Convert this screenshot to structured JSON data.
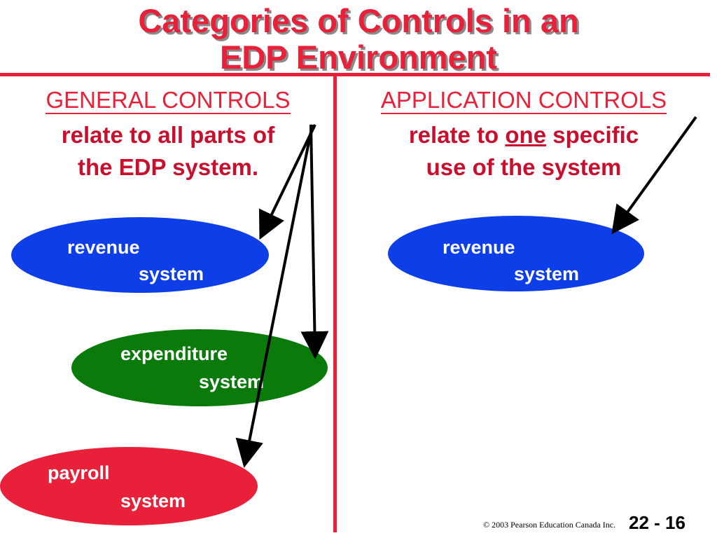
{
  "title": {
    "line1": "Categories of Controls in an",
    "line2": "EDP Environment"
  },
  "colors": {
    "accent": "#e8203a",
    "blue_system": "#0d3ee8",
    "green_system": "#0a7a0a",
    "red_system": "#e8203a"
  },
  "general": {
    "heading": "GENERAL CONTROLS",
    "desc_line1": "relate to all parts of",
    "desc_line2": "the EDP system.",
    "systems": [
      {
        "line1": "revenue",
        "line2": "system"
      },
      {
        "line1": "expenditure",
        "line2": "system"
      },
      {
        "line1": "payroll",
        "line2": "system"
      }
    ]
  },
  "application": {
    "heading": "APPLICATION CONTROLS",
    "desc_pre": "relate to ",
    "desc_emph": "one",
    "desc_post": " specific",
    "desc_line2": "use of the system",
    "systems": [
      {
        "line1": "revenue",
        "line2": "system"
      }
    ]
  },
  "footer": {
    "copyright": "© 2003 Pearson Education Canada Inc.",
    "page": "22 - 16"
  }
}
